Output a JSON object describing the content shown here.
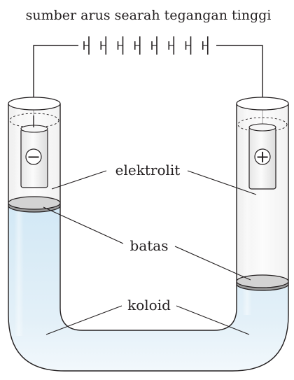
{
  "diagram": {
    "title": "sumber arus searah tegangan tinggi",
    "labels": {
      "electrolyte": "elektrolit",
      "boundary": "batas",
      "colloid": "koloid"
    },
    "electrodes": {
      "left_sign": "−",
      "right_sign": "+"
    },
    "battery": {
      "cell_count": 8
    },
    "colors": {
      "colloid_fill": "#d8ebf6",
      "colloid_edge": "#eef6fb",
      "boundary_disc": "#c8c8c8",
      "line": "#231f20",
      "electrode_fill": "#f4f4f4"
    }
  }
}
